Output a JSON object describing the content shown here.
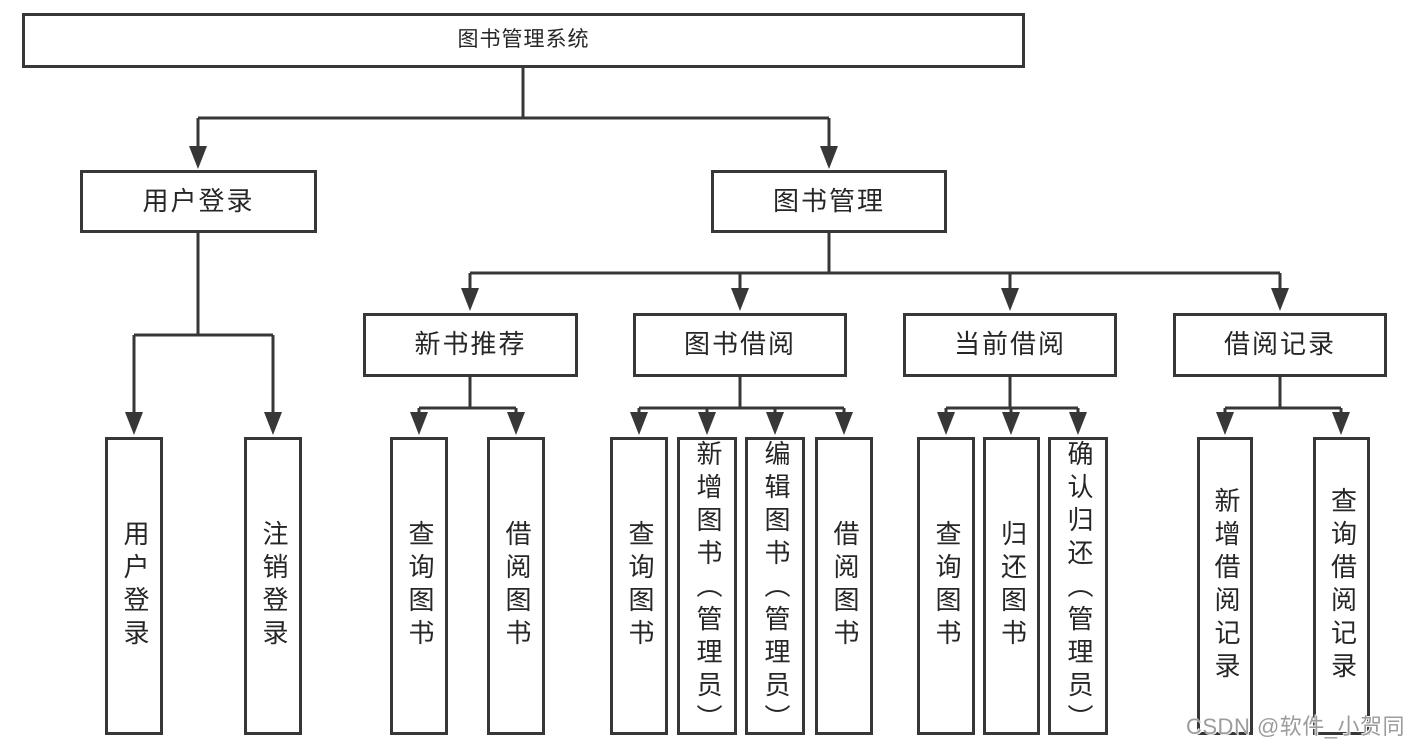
{
  "watermark": "CSDN @软件_小贺同学",
  "colors": {
    "line": "#373737",
    "box_border": "#373737",
    "text": "#262626",
    "watermark": "#9c9c9c",
    "background": "#ffffff"
  },
  "tree": {
    "label": "图书管理系统",
    "children": [
      {
        "label": "用户登录",
        "children": [
          {
            "label": "用户登录"
          },
          {
            "label": "注销登录"
          }
        ]
      },
      {
        "label": "图书管理",
        "children": [
          {
            "label": "新书推荐",
            "children": [
              {
                "label": "查询图书"
              },
              {
                "label": "借阅图书"
              }
            ]
          },
          {
            "label": "图书借阅",
            "children": [
              {
                "label": "查询图书"
              },
              {
                "label": "新增图书（管理员）"
              },
              {
                "label": "编辑图书（管理员）"
              },
              {
                "label": "借阅图书"
              }
            ]
          },
          {
            "label": "当前借阅",
            "children": [
              {
                "label": "查询图书"
              },
              {
                "label": "归还图书"
              },
              {
                "label": "确认归还（管理员）"
              }
            ]
          },
          {
            "label": "借阅记录",
            "children": [
              {
                "label": "新增借阅记录"
              },
              {
                "label": "查询借阅记录"
              }
            ]
          }
        ]
      }
    ]
  }
}
